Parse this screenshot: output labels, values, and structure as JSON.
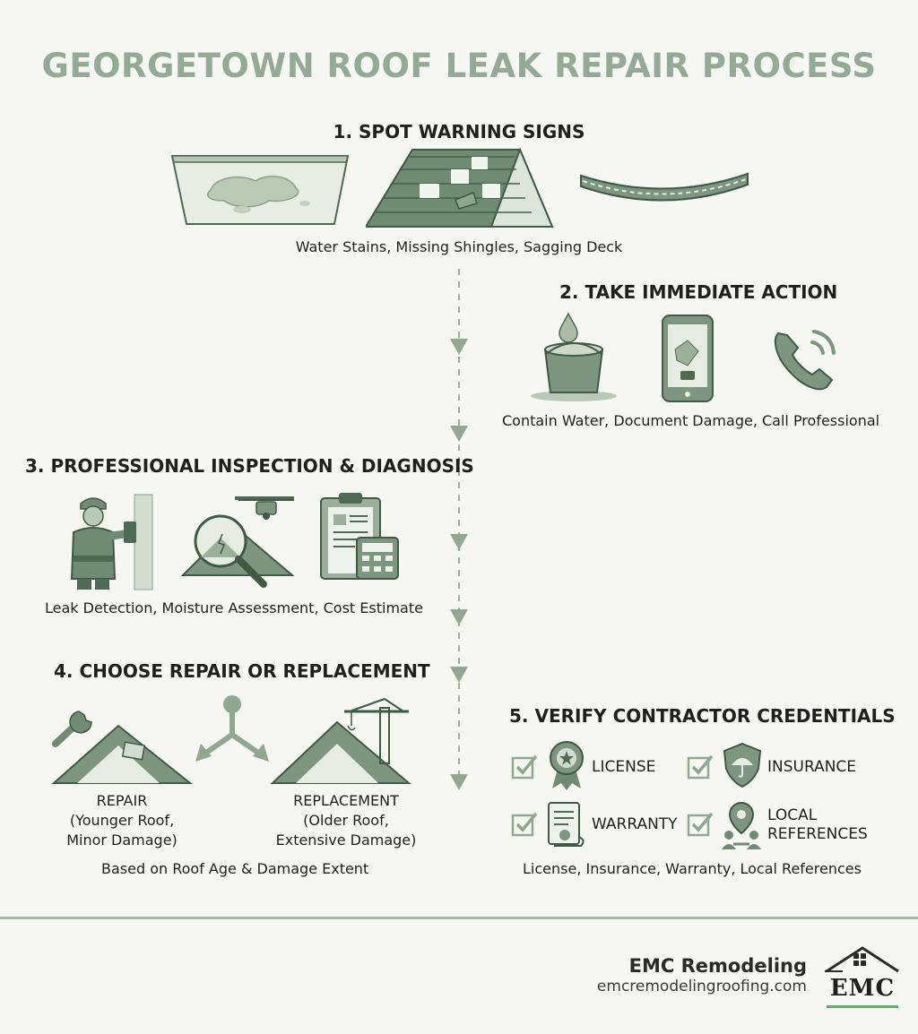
{
  "title": "GEORGETOWN ROOF LEAK REPAIR PROCESS",
  "steps": [
    {
      "title": "1. SPOT WARNING SIGNS",
      "caption": "Water Stains, Missing Shingles, Sagging Deck"
    },
    {
      "title": "2. TAKE IMMEDIATE ACTION",
      "caption": "Contain Water, Document Damage, Call Professional"
    },
    {
      "title": "3. PROFESSIONAL INSPECTION & DIAGNOSIS",
      "caption": "Leak Detection, Moisture Assessment, Cost Estimate"
    },
    {
      "title": "4. CHOOSE REPAIR OR REPLACEMENT",
      "caption": "Based on Roof Age & Damage Extent"
    },
    {
      "title": "5. VERIFY CONTRACTOR CREDENTIALS",
      "caption": "License, Insurance, Warranty, Local References"
    }
  ],
  "choices": {
    "repair": {
      "label": "REPAIR",
      "detail1": "(Younger Roof,",
      "detail2": "Minor Damage)"
    },
    "replacement": {
      "label": "REPLACEMENT",
      "detail1": "(Older Roof,",
      "detail2": "Extensive Damage)"
    }
  },
  "credentials": {
    "license": "LICENSE",
    "insurance": "INSURANCE",
    "warranty": "WARRANTY",
    "local_1": "LOCAL",
    "local_2": "REFERENCES"
  },
  "footer": {
    "brand": "EMC Remodeling",
    "website": "emcremodelingroofing.com",
    "logo_text": "EMC"
  },
  "colors": {
    "accent": "#93ab94",
    "icon_dark": "#55705a",
    "icon_mid": "#8fa98f",
    "icon_light": "#d5ded3"
  }
}
